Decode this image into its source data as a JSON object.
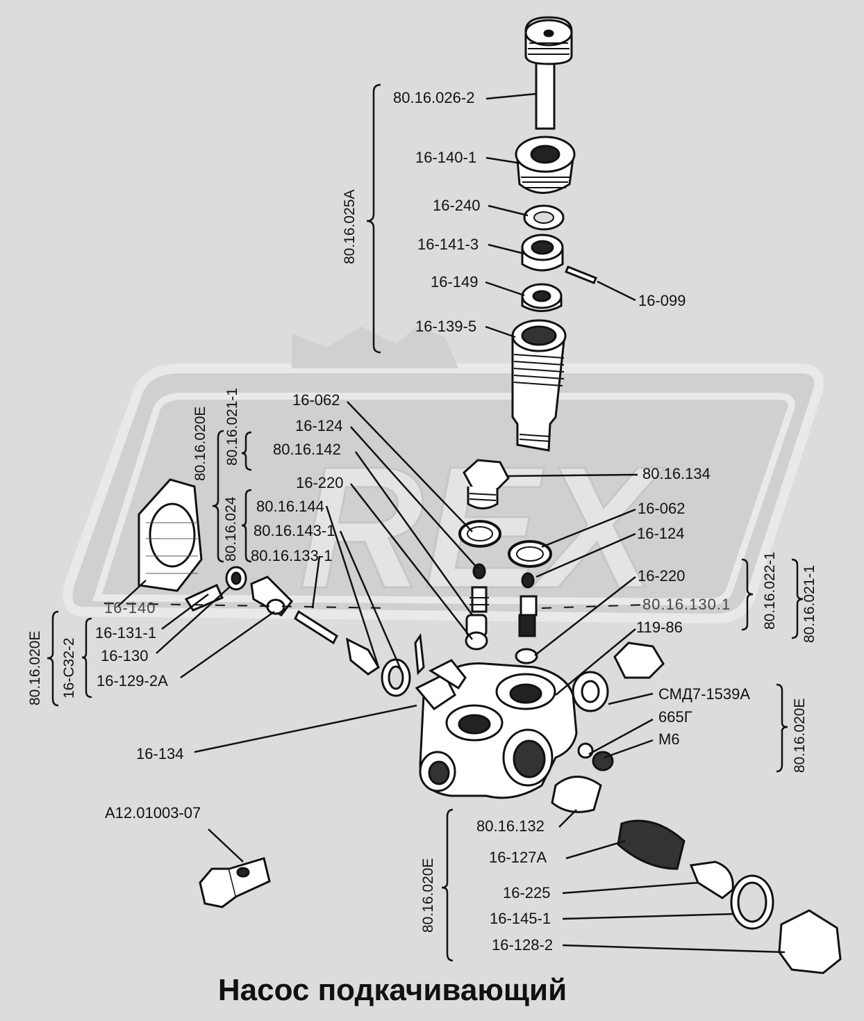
{
  "title": "Насос подкачивающий",
  "watermark": "REX",
  "labels": {
    "l_80_16_026_2": "80.16.026-2",
    "l_16_140_1": "16-140-1",
    "l_16_240": "16-240",
    "l_16_141_3": "16-141-3",
    "l_16_149": "16-149",
    "l_16_099": "16-099",
    "l_16_139_5": "16-139-5",
    "l_16_062_a": "16-062",
    "l_16_124_a": "16-124",
    "l_80_16_142": "80.16.142",
    "l_16_220_a": "16-220",
    "l_80_16_144": "80.16.144",
    "l_80_16_143_1": "80.16.143-1",
    "l_80_16_133_1": "80.16.133-1",
    "l_80_16_134": "80.16.134",
    "l_16_062_b": "16-062",
    "l_16_124_b": "16-124",
    "l_16_220_b": "16-220",
    "l_80_16_130_1_garbled": "80.16.130.1",
    "l_119_86": "119-86",
    "l_16_140_garbled": "16-140",
    "l_16_131_1": "16-131-1",
    "l_16_130": "16-130",
    "l_16_129_2a": "16-129-2А",
    "l_16_134": "16-134",
    "l_smd": "СМД7-1539А",
    "l_665g": "665Г",
    "l_m6": "М6",
    "l_a12": "А12.01003-07",
    "l_80_16_132": "80.16.132",
    "l_16_127a": "16-127А",
    "l_16_225": "16-225",
    "l_16_145_1": "16-145-1",
    "l_16_128_2": "16-128-2"
  },
  "group_labels": {
    "g_80_16_025a": "80.16.025А",
    "g_80_16_020e_top": "80.16.020Е",
    "g_80_16_021_1_left": "80.16.021-1",
    "g_80_16_024": "80.16.024",
    "g_80_16_020e_left": "80.16.020Е",
    "g_16_c32_2": "16-С32-2",
    "g_80_16_022_1": "80.16.022-1",
    "g_80_16_021_1_right": "80.16.021-1",
    "g_80_16_020e_right": "80.16.020Е",
    "g_80_16_020e_bottom": "80.16.020Е"
  }
}
